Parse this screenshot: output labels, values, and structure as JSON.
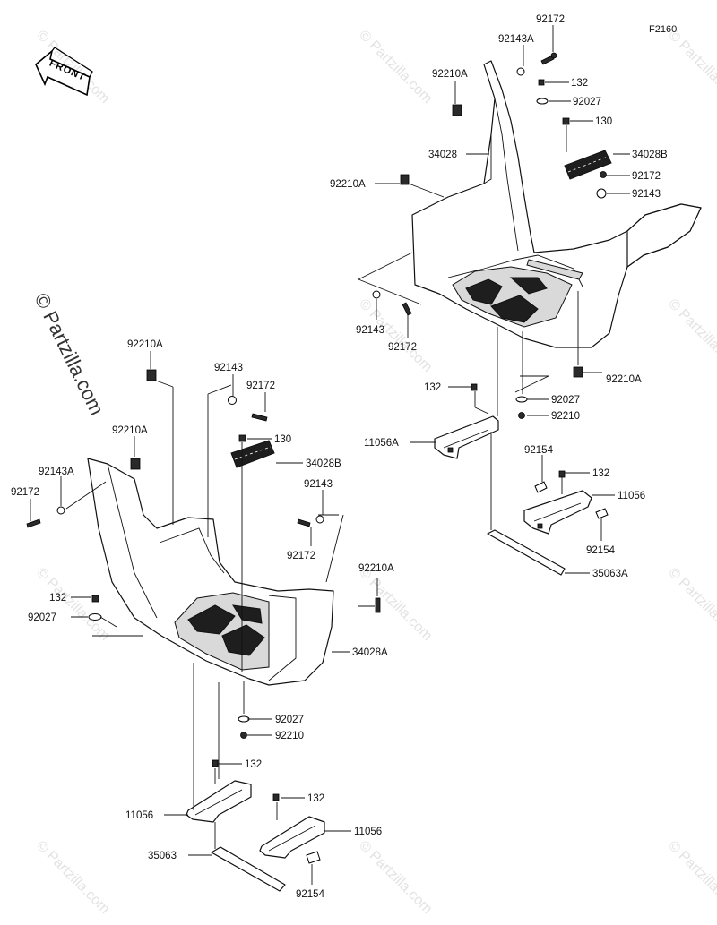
{
  "figure_code": "F2160",
  "front_arrow": {
    "text": "FRONT"
  },
  "watermark": {
    "repeat": "© Partzilla.com",
    "vertical": "© Partzilla.com"
  },
  "callouts": {
    "p92172_rt": "92172",
    "p92143A_rt": "92143A",
    "p92210A_rt": "92210A",
    "p132_rt": "132",
    "p92027_rt": "92027",
    "p130_rt": "130",
    "p34028": "34028",
    "p34028B_rt": "34028B",
    "p92172_rm": "92172",
    "p92143_rm": "92143",
    "p92210A_rl": "92210A",
    "p92143_rl": "92143",
    "p92172_rl": "92172",
    "p92210A_rr": "92210A",
    "p132_rb": "132",
    "p92027_rb": "92027",
    "p92210_rb": "92210",
    "p11056A": "11056A",
    "p92154_ru": "92154",
    "p132_rb2": "132",
    "p11056_r": "11056",
    "p92154_rd": "92154",
    "p35063A": "35063A",
    "p92210A_lt": "92210A",
    "p92143_lt": "92143",
    "p92172_lt": "92172",
    "p92210A_lm": "92210A",
    "p92143A_l": "92143A",
    "p92172_l": "92172",
    "p130_l": "130",
    "p34028B_l": "34028B",
    "p92143_lc": "92143",
    "p92172_lc": "92172",
    "p92210A_lr": "92210A",
    "p132_l": "132",
    "p92027_l": "92027",
    "p34028A": "34028A",
    "p92027_lb": "92027",
    "p92210_lb": "92210",
    "p132_lb": "132",
    "p11056_lb": "11056",
    "p132_lb2": "132",
    "p11056_lb2": "11056",
    "p35063": "35063",
    "p92154_lb": "92154"
  }
}
